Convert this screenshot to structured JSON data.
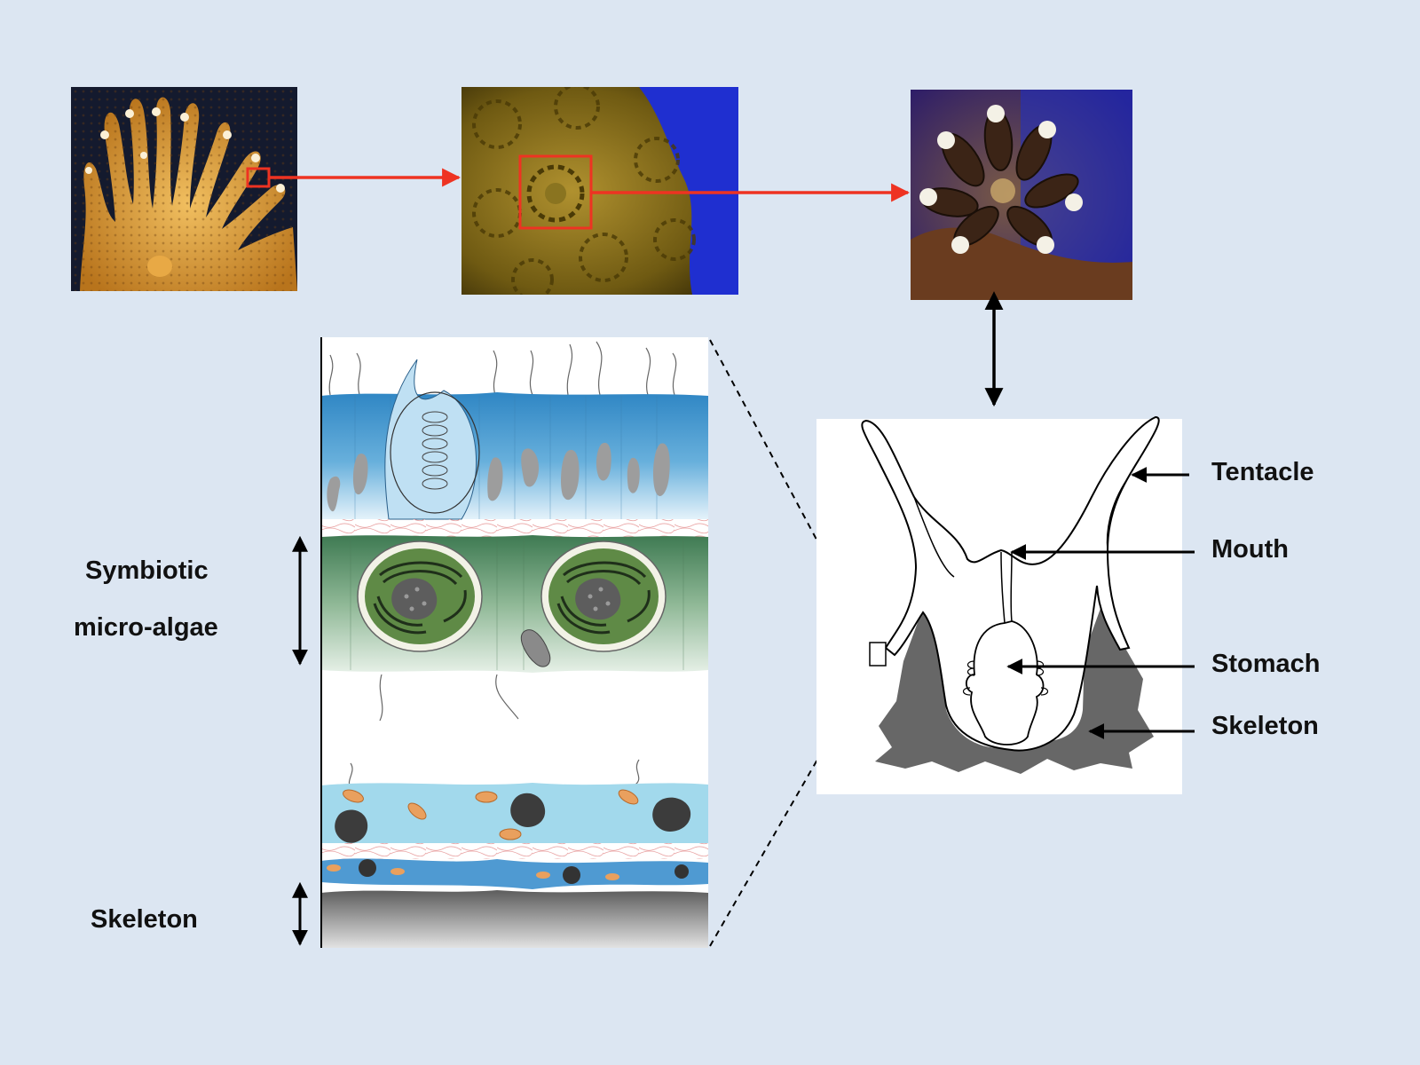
{
  "labels": {
    "symbiotic_line1": "Symbiotic",
    "symbiotic_line2": "micro-algae",
    "skeleton_left": "Skeleton",
    "tentacle": "Tentacle",
    "mouth": "Mouth",
    "stomach": "Stomach",
    "skeleton_right": "Skeleton"
  },
  "colors": {
    "background": "#dce6f2",
    "zoom_arrow": "#ee3322",
    "label_text": "#111111",
    "skeleton_fill": "#676767",
    "ectoderm_blue": "#3a8fc9",
    "algae_green": "#5e8a64",
    "gastroderm_light_blue": "#9fd8ec"
  },
  "photos": [
    {
      "subject": "coral colony",
      "icon": "coral-colony-photo"
    },
    {
      "subject": "polyps close-up",
      "icon": "polyp-closeup-photo"
    },
    {
      "subject": "single polyp",
      "icon": "single-polyp-photo"
    }
  ]
}
